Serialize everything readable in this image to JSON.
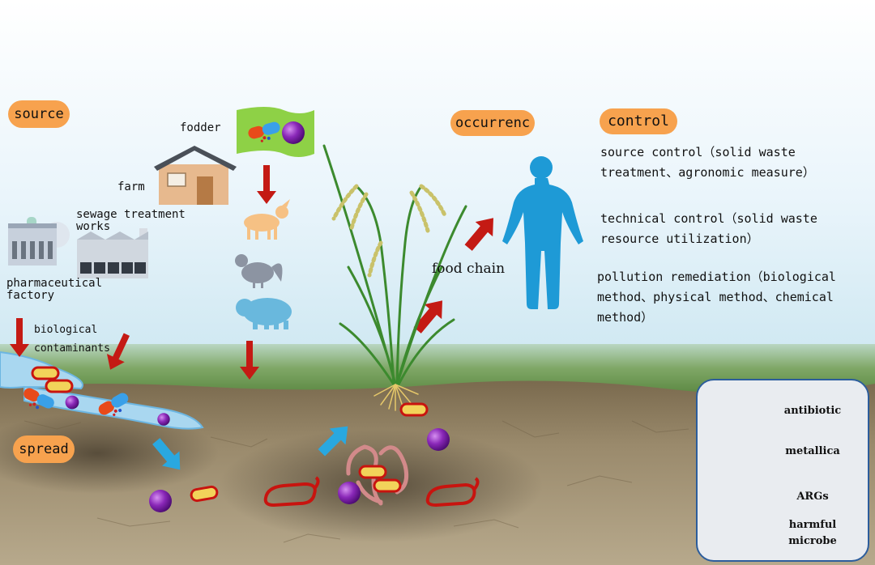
{
  "labels": {
    "source": "source",
    "occurrence": "occurrenc",
    "control": "control",
    "spread": "spread",
    "fodder": "fodder",
    "farm": "farm",
    "sewage_line1": "sewage treatment",
    "sewage_line2": "works",
    "pharma_line1": "pharmaceutical",
    "pharma_line2": "factory",
    "bio_line1": "biological",
    "bio_line2": "contaminants",
    "food_chain": "food chain"
  },
  "control_measures": [
    {
      "line1": "source control（solid waste",
      "line2": "treatment、agronomic measure）"
    },
    {
      "line1": "technical control（solid waste",
      "line2": "resource utilization）"
    },
    {
      "line1": "pollution remediation（biological",
      "line2": "method、physical method、chemical",
      "line3": "method）"
    }
  ],
  "legend": [
    {
      "label": "antibiotic"
    },
    {
      "label": "metallica"
    },
    {
      "label": "ARGs"
    },
    {
      "label_line1": "harmful",
      "label_line2": "microbe"
    }
  ],
  "colors": {
    "pill": "#f7a24e",
    "arrow_red": "#c41a14",
    "arrow_blue": "#29a8e0",
    "human": "#1e9ad6",
    "metal": "#7a1ea8",
    "microbe": "#c8140f",
    "legend_border": "#2c5d9c"
  }
}
